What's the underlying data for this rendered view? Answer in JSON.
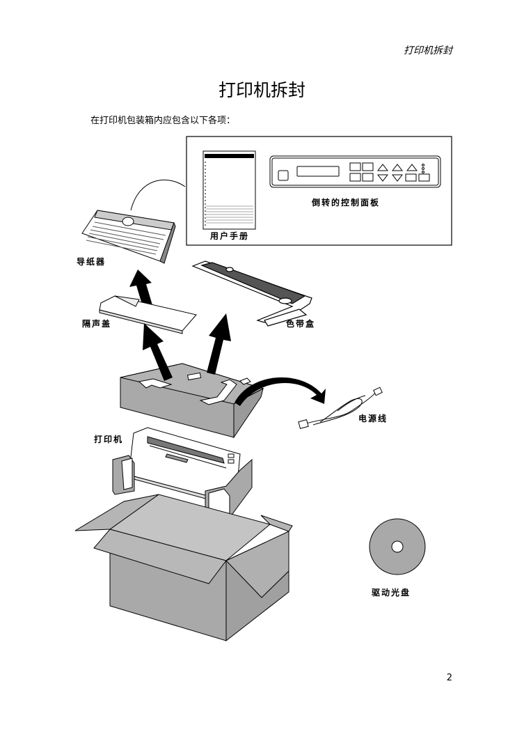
{
  "header": {
    "running_title": "打印机拆封"
  },
  "title": "打印机拆封",
  "intro": "在打印机包装箱内应包含以下各项：",
  "labels": {
    "user_manual": "用户手册",
    "control_panel": "倒转的控制面板",
    "paper_guide": "导纸器",
    "noise_cover": "隔声盖",
    "ribbon_cassette": "色带盒",
    "power_cord": "电源线",
    "printer": "打印机",
    "driver_disc": "驱动光盘"
  },
  "page_number": "2",
  "colors": {
    "box_fill": "#a9a9a9",
    "cover_fill": "#c4c4c4",
    "ink": "#000000"
  }
}
